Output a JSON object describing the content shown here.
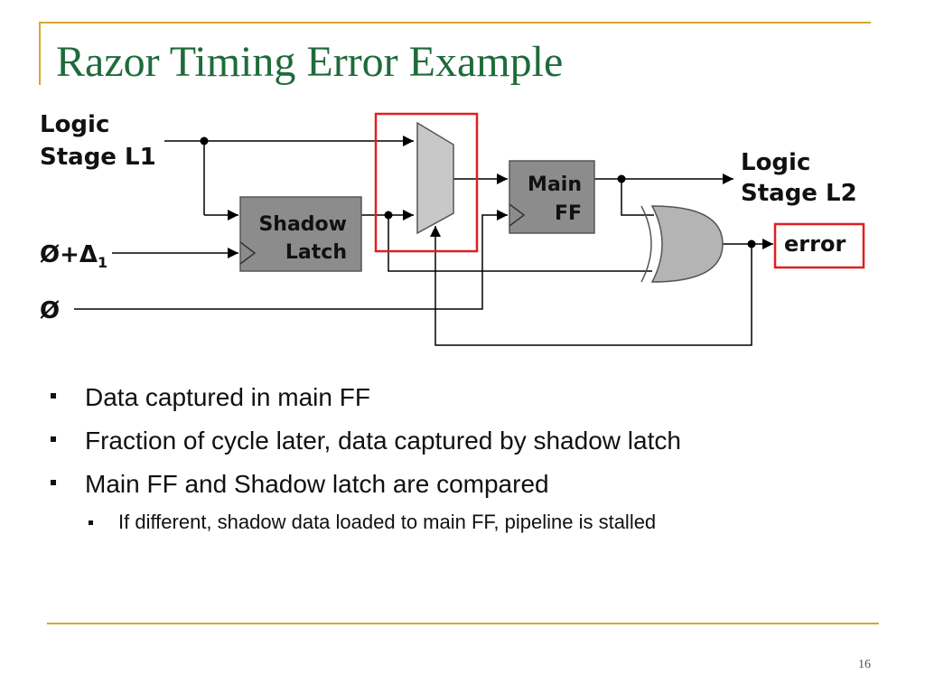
{
  "slide": {
    "title": "Razor Timing Error Example",
    "page_number": "16"
  },
  "diagram": {
    "input_label_line1": "Logic",
    "input_label_line2": "Stage L1",
    "clock_delayed_label": "Ø+Δ",
    "clock_delayed_subscript": "1",
    "clock_label": "Ø",
    "shadow_latch_line1": "Shadow",
    "shadow_latch_line2": "Latch",
    "main_ff_line1": "Main",
    "main_ff_line2": "FF",
    "output_label_line1": "Logic",
    "output_label_line2": "Stage L2",
    "error_label": "error",
    "colors": {
      "highlight": "#e02020",
      "shadow_latch_fill": "#8c8c8c",
      "main_ff_fill": "#8c8c8c",
      "mux_fill": "#c8c8c8",
      "xor_fill": "#b4b4b4"
    }
  },
  "bullets": [
    {
      "level": 1,
      "text": "Data captured in main FF"
    },
    {
      "level": 1,
      "text": "Fraction of cycle later, data captured by shadow latch"
    },
    {
      "level": 1,
      "text": "Main FF and Shadow latch are compared"
    },
    {
      "level": 2,
      "text": "If different, shadow data loaded to main FF, pipeline is stalled"
    }
  ]
}
